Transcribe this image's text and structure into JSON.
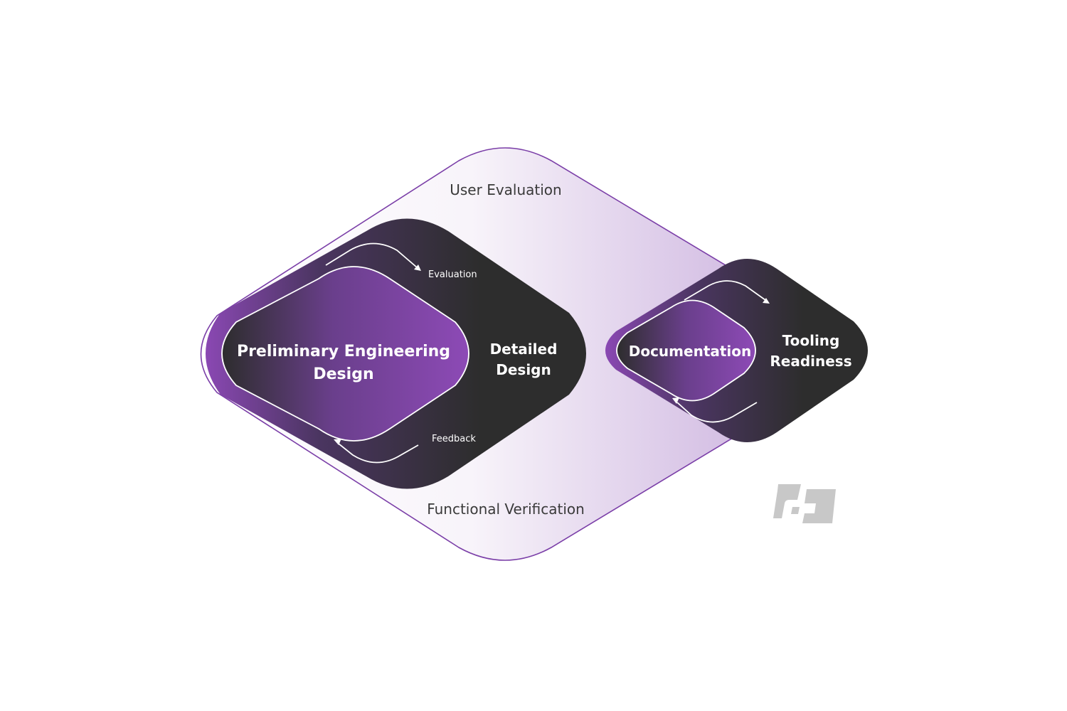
{
  "colors": {
    "purple": "#8b49b4",
    "dark": "#2d2d2d",
    "outline": "#7b3fa8",
    "logo": "#c8c8c8"
  },
  "labels": {
    "user_evaluation": "User Evaluation",
    "functional_verification": "Functional Verification",
    "preliminary_line1": "Preliminary Engineering",
    "preliminary_line2": "Design",
    "detailed_line1": "Detailed",
    "detailed_line2": "Design",
    "evaluation": "Evaluation",
    "feedback": "Feedback",
    "documentation": "Documentation",
    "tooling_line1": "Tooling",
    "tooling_line2": "Readiness"
  },
  "icons": {
    "brand_logo": "brand-logo-icon"
  }
}
